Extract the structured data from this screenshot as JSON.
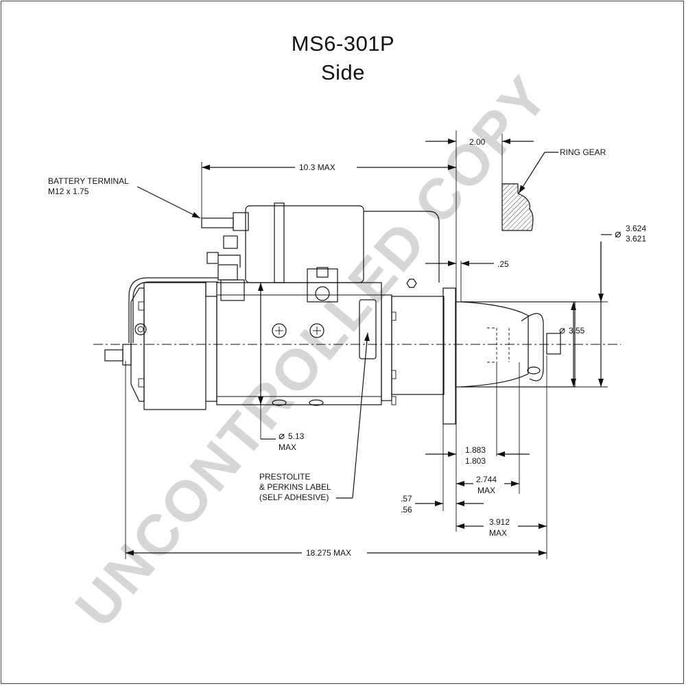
{
  "title": {
    "model": "MS6-301P",
    "view": "Side"
  },
  "watermark": "UNCONTROLLED COPY",
  "labels": {
    "battery_terminal_1": "BATTERY TERMINAL",
    "battery_terminal_2": "M12 x 1.75",
    "ring_gear": "RING GEAR",
    "label_1": "PRESTOLITE",
    "label_2": "& PERKINS LABEL",
    "label_3": "(SELF ADHESIVE)"
  },
  "dimensions": {
    "overall_length_max": "10.3 MAX",
    "ring_gear_offset": "2.00",
    "flange_thickness": ".25",
    "pilot_dia_upper": "3.624",
    "pilot_dia_lower": "3.621",
    "nose_dia": "3.55",
    "body_dia": "5.13",
    "body_dia_note": "MAX",
    "pinion_upper": "1.883",
    "pinion_lower": "1.803",
    "pinion_travel": "2.744",
    "pinion_travel_note": "MAX",
    "flange_upper": ".57",
    "flange_lower": ".56",
    "nose_length": "3.912",
    "nose_length_note": "MAX",
    "total_length": "18.275 MAX"
  },
  "colors": {
    "line": "#111111",
    "watermark": "#d6d6d6"
  }
}
